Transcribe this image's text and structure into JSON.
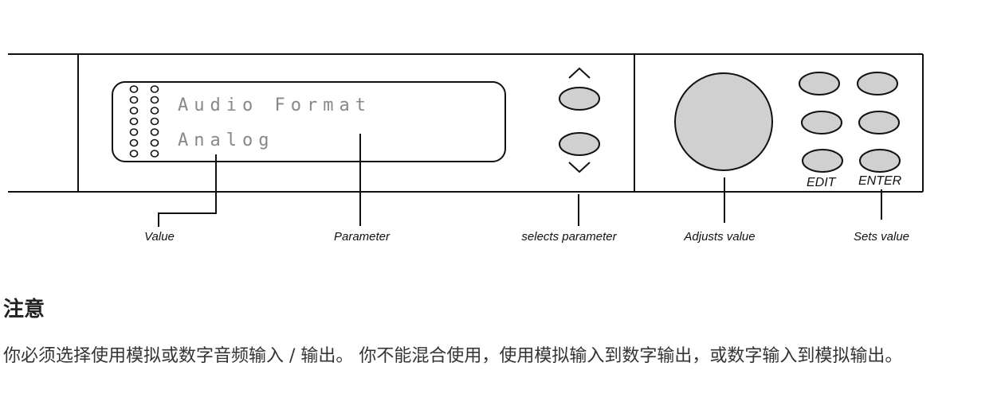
{
  "display": {
    "line1": "Audio Format",
    "line2": "Analog"
  },
  "buttons": {
    "edit": "EDIT",
    "enter": "ENTER"
  },
  "callouts": {
    "value": "Value",
    "parameter": "Parameter",
    "selects_parameter": "selects parameter",
    "adjusts_value": "Adjusts value",
    "sets_value": "Sets value"
  },
  "note": {
    "title": "注意",
    "body": "你必须选择使用模拟或数字音频输入 / 输出。 你不能混合使用，使用模拟输入到数字输出，或数字输入到模拟输出。"
  }
}
